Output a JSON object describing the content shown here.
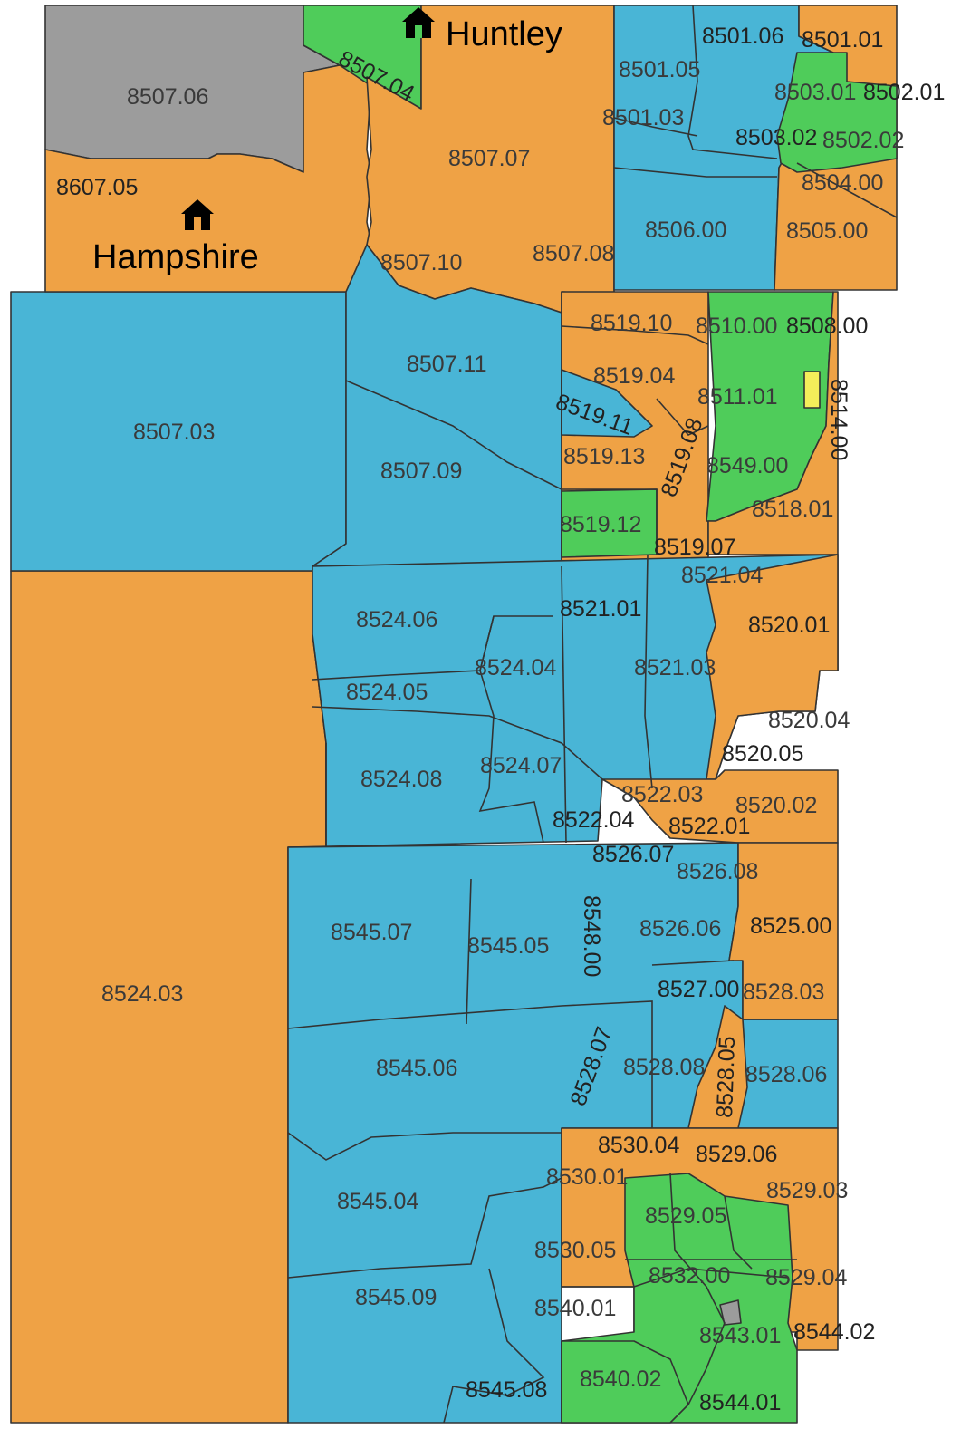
{
  "colors": {
    "orange": "#EFA245",
    "blue": "#49B5D6",
    "green": "#4FCC5A",
    "gray": "#9C9C9C",
    "yellow": "#F3EE5A"
  },
  "icons": {
    "town_marker": "house-icon"
  },
  "towns": {
    "huntley": "Huntley",
    "hampshire": "Hampshire"
  },
  "tracts": {
    "t8507_06": "8507.06",
    "t8507_04": "8507.04",
    "t8607_05": "8607.05",
    "t8507_07": "8507.07",
    "t8507_10": "8507.10",
    "t8507_08": "8507.08",
    "t8501_06": "8501.06",
    "t8501_01": "8501.01",
    "t8501_05": "8501.05",
    "t8501_03": "8501.03",
    "t8503_01": "8503.01",
    "t8502_01": "8502.01",
    "t8503_02": "8503.02",
    "t8502_02": "8502.02",
    "t8504_00": "8504.00",
    "t8506_00": "8506.00",
    "t8505_00": "8505.00",
    "t8507_03": "8507.03",
    "t8507_11": "8507.11",
    "t8507_09": "8507.09",
    "t8519_10": "8519.10",
    "t8510_00": "8510.00",
    "t8508_00": "8508.00",
    "t8519_04": "8519.04",
    "t8511_01": "8511.01",
    "t8514_00": "8514.00",
    "t8519_11": "8519.11",
    "t8519_08": "8519.08",
    "t8519_13": "8519.13",
    "t8549_00": "8549.00",
    "t8519_12": "8519.12",
    "t8518_01": "8518.01",
    "t8519_07": "8519.07",
    "t8521_04": "8521.04",
    "t8524_06": "8524.06",
    "t8521_01": "8521.01",
    "t8520_01": "8520.01",
    "t8524_04": "8524.04",
    "t8521_03": "8521.03",
    "t8524_05": "8524.05",
    "t8520_04": "8520.04",
    "t8520_05": "8520.05",
    "t8524_08": "8524.08",
    "t8524_07": "8524.07",
    "t8522_03": "8522.03",
    "t8520_02": "8520.02",
    "t8522_04": "8522.04",
    "t8522_01": "8522.01",
    "t8526_07": "8526.07",
    "t8526_08": "8526.08",
    "t8545_07": "8545.07",
    "t8548_00": "8548.00",
    "t8545_05": "8545.05",
    "t8526_06": "8526.06",
    "t8525_00": "8525.00",
    "t8524_03": "8524.03",
    "t8527_00": "8527.00",
    "t8528_03": "8528.03",
    "t8528_07": "8528.07",
    "t8545_06": "8545.06",
    "t8528_08": "8528.08",
    "t8528_05": "8528.05",
    "t8528_06": "8528.06",
    "t8530_04": "8530.04",
    "t8529_06": "8529.06",
    "t8530_01": "8530.01",
    "t8545_04": "8545.04",
    "t8529_03": "8529.03",
    "t8529_05": "8529.05",
    "t8530_05": "8530.05",
    "t8532_00": "8532.00",
    "t8529_04": "8529.04",
    "t8545_09": "8545.09",
    "t8540_01": "8540.01",
    "t8544_02": "8544.02",
    "t8543_01": "8543.01",
    "t8545_08": "8545.08",
    "t8540_02": "8540.02",
    "t8544_01": "8544.01"
  }
}
